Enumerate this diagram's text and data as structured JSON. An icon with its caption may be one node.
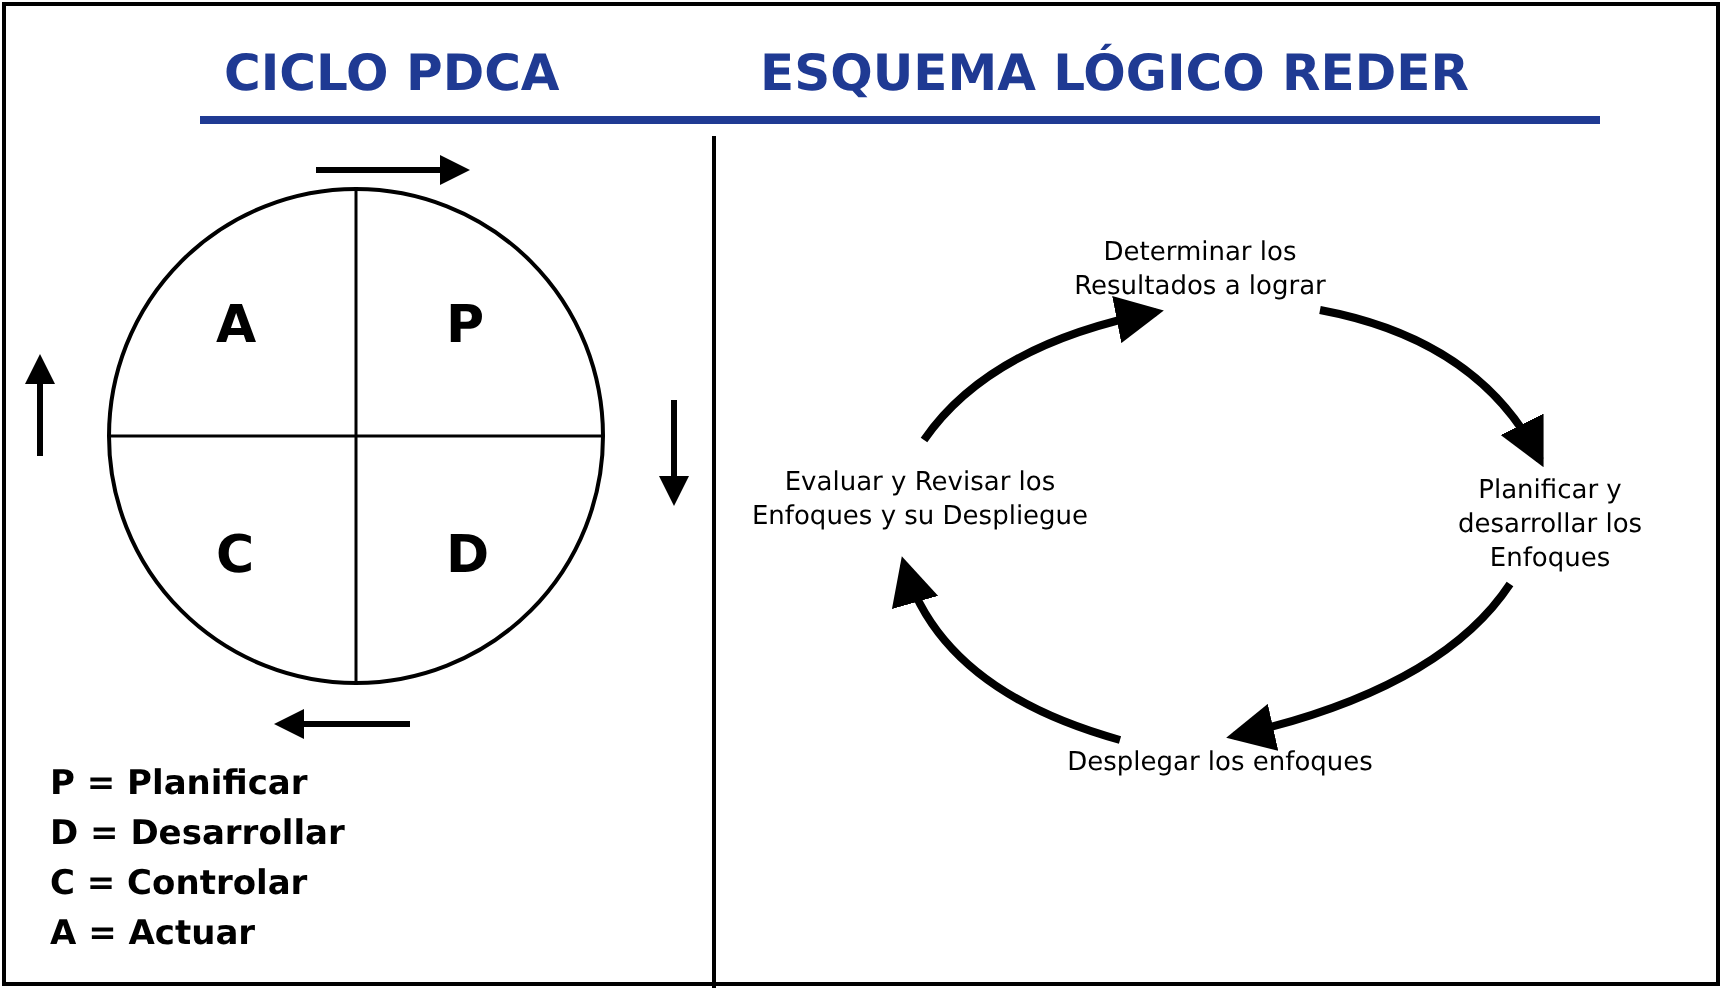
{
  "diagram": {
    "nodes": [
      {
        "text": [
          "A",
          "P",
          "C",
          "D"
        ]
      },
      {
        "text": [
          "Determinar los Resultados a lograr"
        ]
      },
      {
        "text": [
          "Planificar y desarrollar los Enfoques"
        ]
      },
      {
        "text": [
          "Desplegar los enfoques"
        ]
      },
      {
        "text": [
          "Evaluar y Revisar los Enfoques y su Despliegue"
        ]
      }
    ],
    "edges": [
      {
        "from": 1,
        "to": 2,
        "arrow": "to"
      },
      {
        "from": 2,
        "to": 3,
        "arrow": "to"
      },
      {
        "from": 3,
        "to": 4,
        "arrow": "to"
      },
      {
        "from": 4,
        "to": 1,
        "arrow": "to"
      }
    ],
    "labels": [
      "CICLO PDCA",
      "ESQUEMA LÓGICO REDER",
      "P = Planificar",
      "D = Desarrollar",
      "C = Controlar",
      "A = Actuar"
    ]
  }
}
